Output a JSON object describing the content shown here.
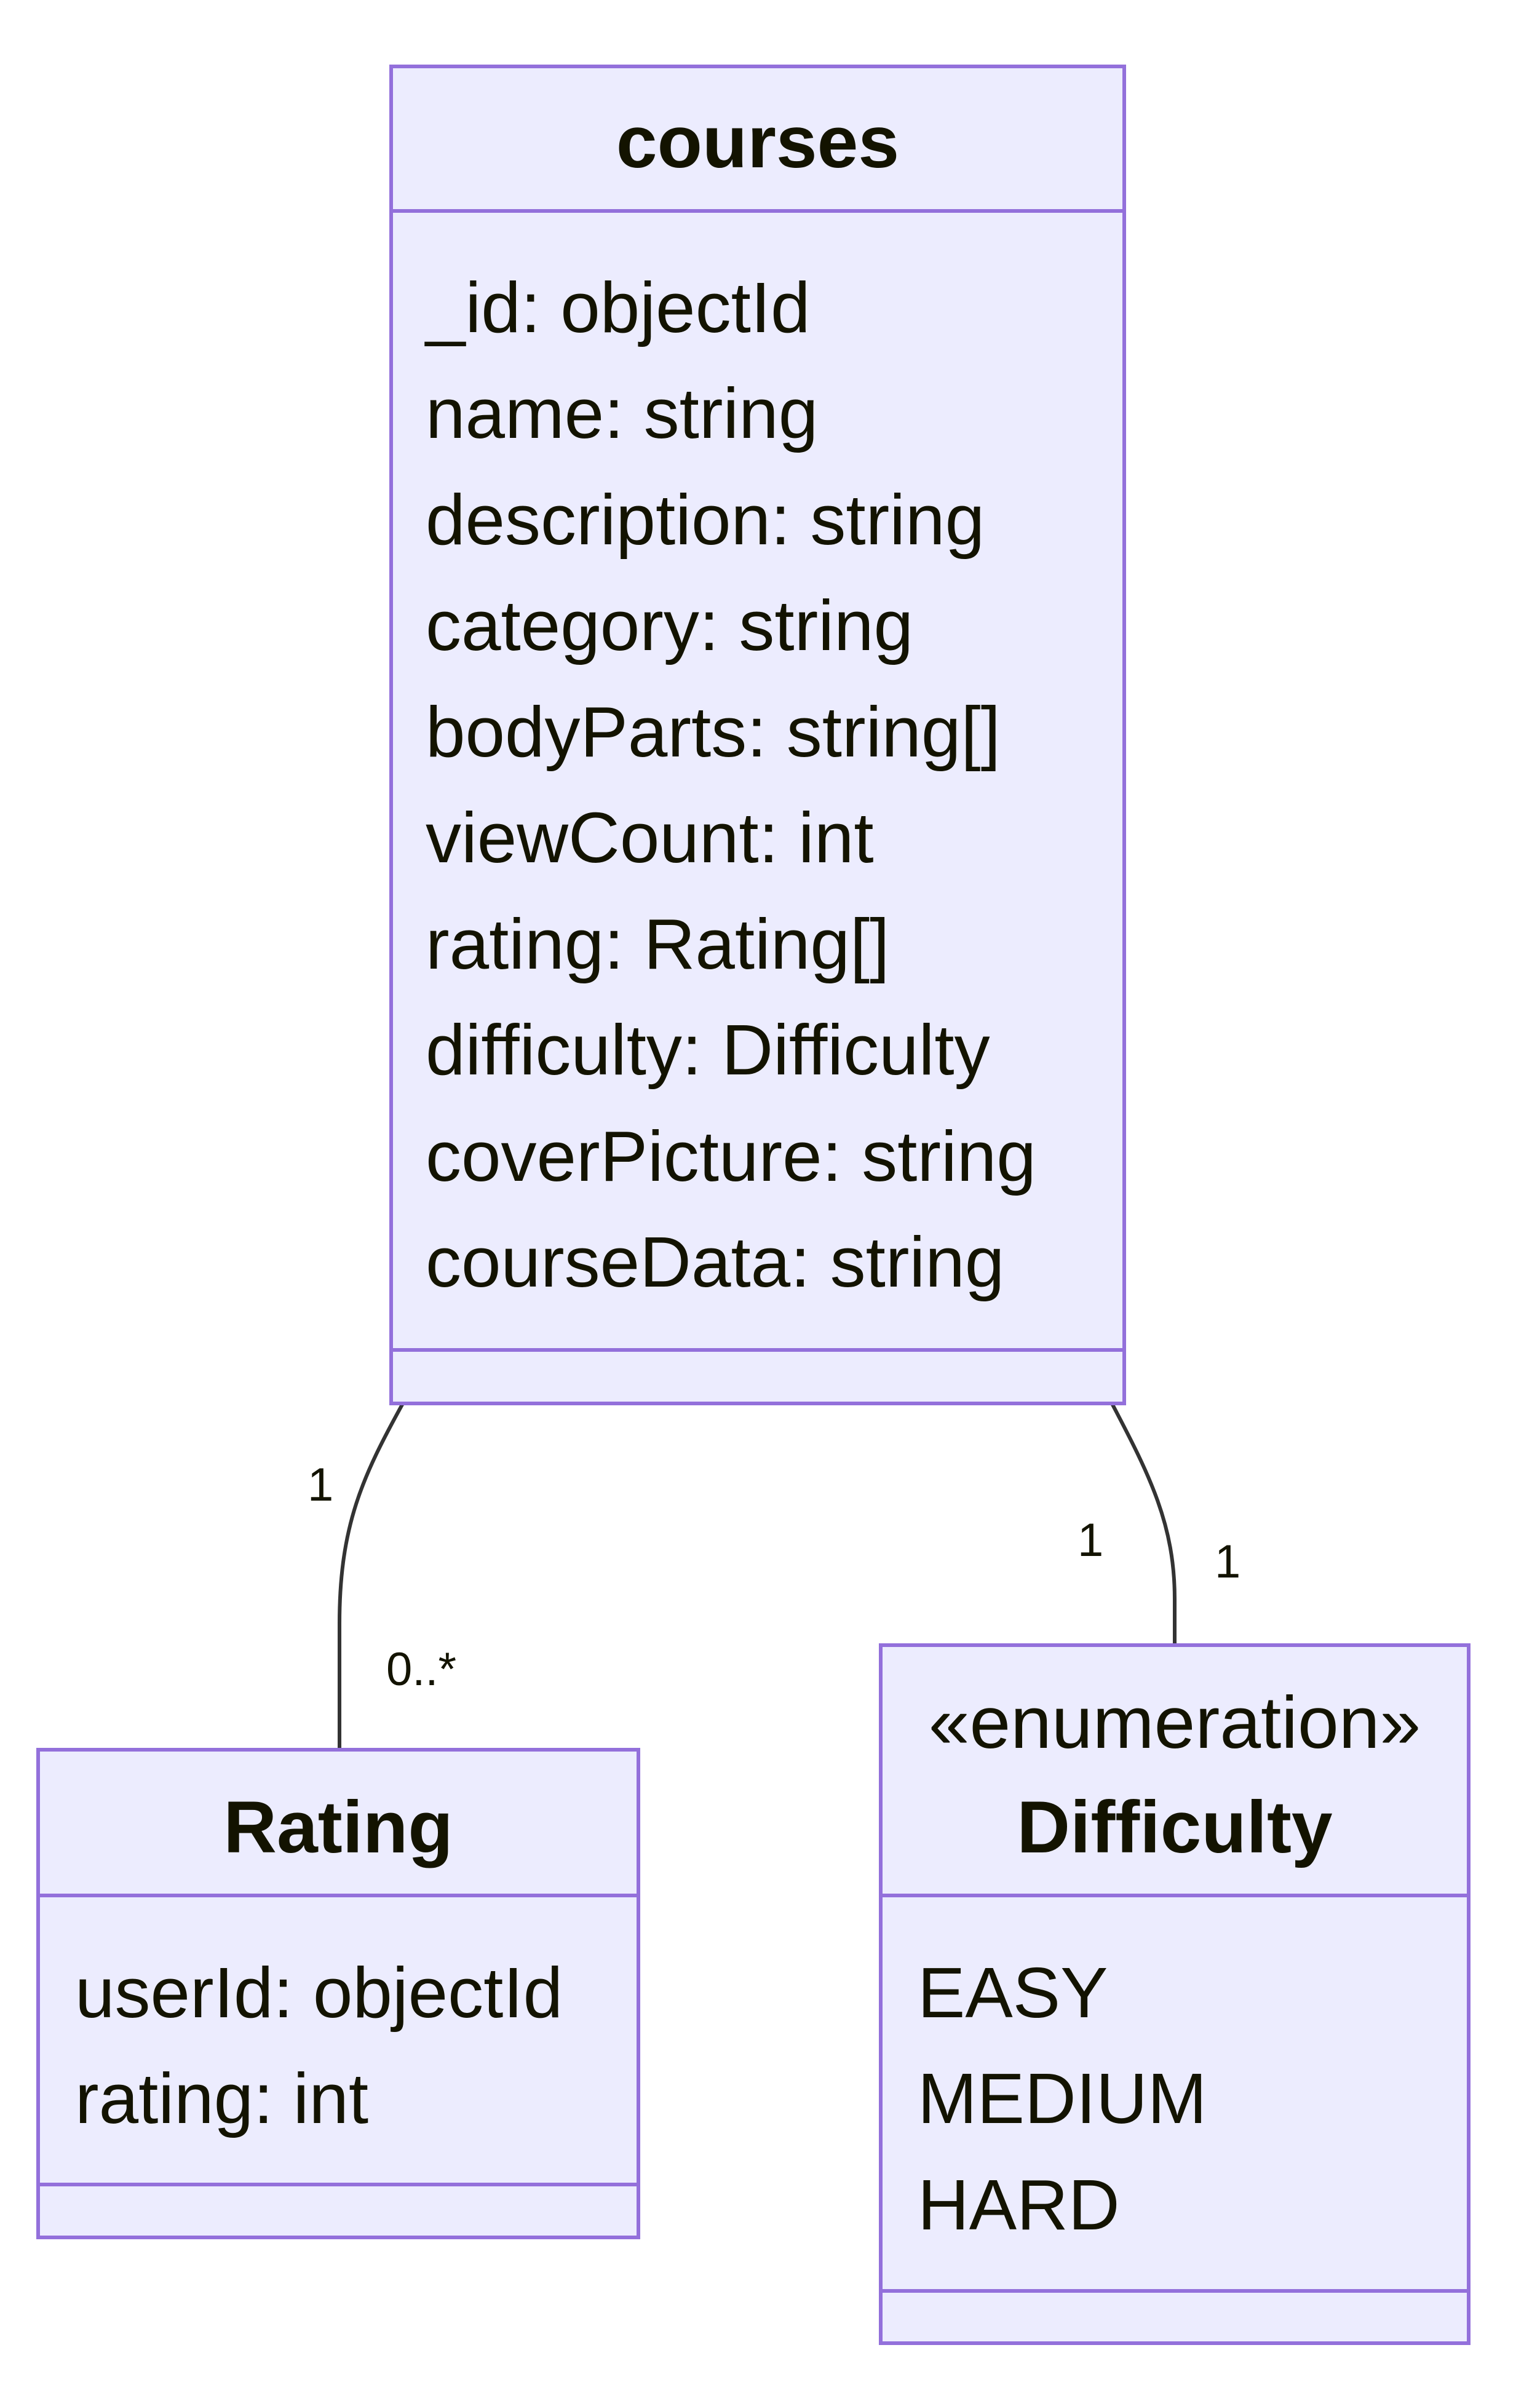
{
  "colors": {
    "box_fill": "#ececfe",
    "box_stroke": "#9370db",
    "edge": "#333333",
    "text": "#131300"
  },
  "classes": {
    "courses": {
      "title": "courses",
      "members": [
        "_id: objectId",
        "name: string",
        "description: string",
        "category: string",
        "bodyParts: string[]",
        "viewCount: int",
        "rating: Rating[]",
        "difficulty: Difficulty",
        "coverPicture: string",
        "courseData: string"
      ]
    },
    "rating": {
      "title": "Rating",
      "members": [
        "userId: objectId",
        "rating: int"
      ]
    },
    "difficulty": {
      "stereotype": "«enumeration»",
      "title": "Difficulty",
      "members": [
        "EASY",
        "MEDIUM",
        "HARD"
      ]
    }
  },
  "relations": [
    {
      "from": "courses",
      "to": "Rating",
      "from_mult": "1",
      "to_mult": "0..*"
    },
    {
      "from": "courses",
      "to": "Difficulty",
      "from_mult": "1",
      "to_mult": "1"
    }
  ]
}
